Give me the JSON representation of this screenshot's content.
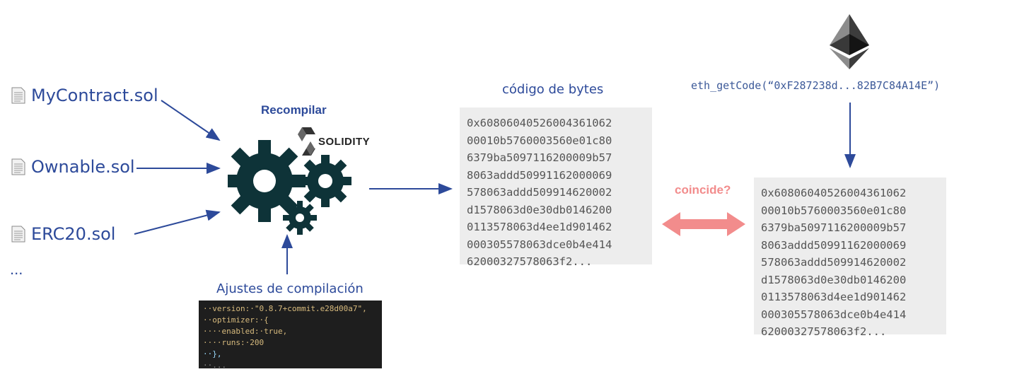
{
  "files": [
    {
      "name": "MyContract.sol"
    },
    {
      "name": "Ownable.sol"
    },
    {
      "name": "ERC20.sol"
    }
  ],
  "files_more": "...",
  "recompile_label": "Recompilar",
  "solidity_logo_text": "SOLIDITY",
  "settings": {
    "title": "Ajustes de compilación",
    "lines": [
      "··version:·\"0.8.7+commit.e28d00a7\",",
      "··optimizer:·{",
      "····enabled:·true,",
      "····runs:·200",
      "··},",
      "··..."
    ]
  },
  "bytecode": {
    "title": "código de bytes",
    "lines": [
      "0x608060405260043610​62",
      "00010b5760003560e01c80",
      "6379ba5097116200009b57",
      "8063addd50991162000069",
      "578063addd509914620002",
      "d1578063d0e30db0146200",
      "0113578063d4ee1d901462",
      "000305578063dce0b4e414",
      "62000327578063f2..."
    ]
  },
  "onchain": {
    "call": "eth_getCode(“0xF287238d...82B7C84A14E”)",
    "lines": [
      "0x6080604052600436106​2",
      "00010b5760003560e01c80",
      "6379ba5097116200009b57",
      "8063addd50991162000069",
      "578063addd509914620002",
      "d1578063d0e30db0146200",
      "0113578063d4ee1d901462",
      "000305578063dce0b4e414",
      "62000327578063f2..."
    ]
  },
  "compare_label": "coincide?",
  "colors": {
    "accent_blue": "#2d4a9a",
    "gear": "#0e3338",
    "compare": "#f28c8c"
  }
}
